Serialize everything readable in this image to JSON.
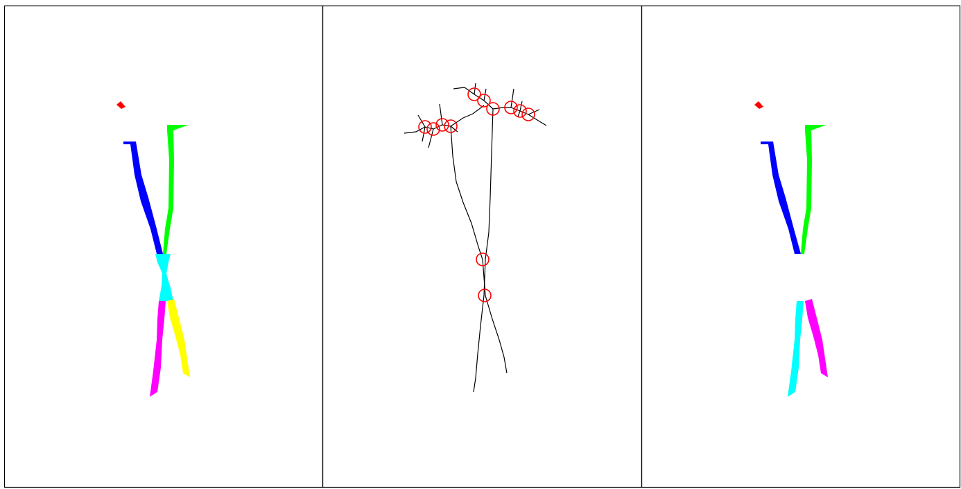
{
  "panels": [
    {
      "name": "segmented-skeleton-panel",
      "strokes": [
        {
          "name": "red-fragment",
          "color": "#ff0000"
        },
        {
          "name": "blue-segment",
          "color": "#0000ff"
        },
        {
          "name": "green-segment",
          "color": "#00ff00"
        },
        {
          "name": "cyan-segment",
          "color": "#00ffff"
        },
        {
          "name": "magenta-segment",
          "color": "#ff00ff"
        },
        {
          "name": "yellow-segment",
          "color": "#ffff00"
        }
      ]
    },
    {
      "name": "skeleton-junctions-panel",
      "line_color": "#000000",
      "marker_color": "#ff0000",
      "junction_count": 12
    },
    {
      "name": "merged-segments-panel",
      "strokes": [
        {
          "name": "red-fragment",
          "color": "#ff0000"
        },
        {
          "name": "blue-segment",
          "color": "#0000ff"
        },
        {
          "name": "green-segment",
          "color": "#00ff00"
        },
        {
          "name": "cyan-segment",
          "color": "#00ffff"
        },
        {
          "name": "magenta-segment",
          "color": "#ff00ff"
        }
      ]
    }
  ],
  "border_color": "#000000",
  "background": "#ffffff"
}
